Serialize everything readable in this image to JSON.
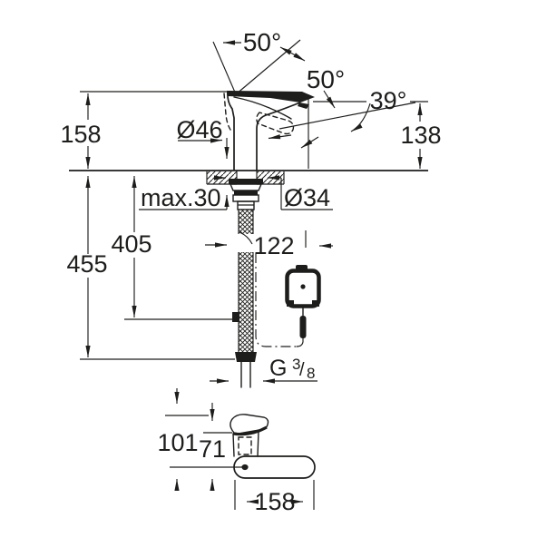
{
  "drawing": {
    "type": "technical-dimension-drawing",
    "subject": "single-lever basin mixer faucet, side elevation with mounting hose and separate top view",
    "colors": {
      "ink": "#1d1d1b",
      "background": "#ffffff"
    },
    "labels": {
      "angle_open_1": "50°",
      "angle_open_2": "50°",
      "angle_spout": "39°",
      "body_height": "158",
      "spout_height": "138",
      "body_diameter": "Ø46",
      "deck_thickness": "max.30",
      "hole_diameter": "Ø34",
      "hose_length": "405",
      "hose_overall": "455",
      "control_offset": "122",
      "thread_letter": "G",
      "thread_numerator": "3",
      "thread_slash": "/",
      "thread_denominator": "8",
      "overall_depth": "101",
      "body_depth": "71",
      "spout_reach": "158"
    }
  }
}
